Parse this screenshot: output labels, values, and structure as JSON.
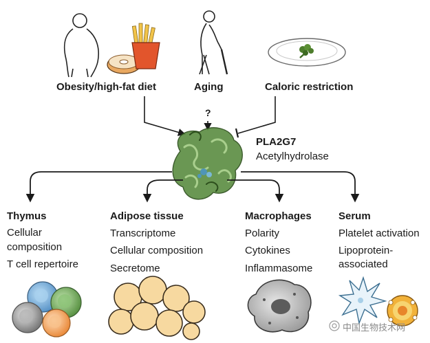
{
  "colors": {
    "arrow": "#1a1a1a",
    "protein_dark": "#3f6b2c",
    "protein_light": "#7aa55a",
    "ligand": "#4f95b8",
    "fat_cell_fill": "#f7d9a0",
    "fat_cell_stroke": "#3a2e1e",
    "donut": "#e9a860",
    "fries": "#f2c44a",
    "fries_box": "#e2552c",
    "broccoli": "#4d7d2c",
    "thymus_blue": "#6fa7d8",
    "thymus_green": "#6ea65a",
    "thymus_gray": "#8c8c8c",
    "thymus_orange": "#f2a25c"
  },
  "modulators": {
    "obesity": "Obesity/high-fat diet",
    "aging": "Aging",
    "aging_unknown": "?",
    "caloric": "Caloric restriction"
  },
  "protein": {
    "name": "PLA2G7",
    "description": "Acetylhydrolase"
  },
  "targets": {
    "thymus": {
      "title": "Thymus",
      "items": [
        "Cellular",
        "composition",
        "T cell repertoire"
      ]
    },
    "adipose": {
      "title": "Adipose tissue",
      "items": [
        "Transcriptome",
        "Cellular composition",
        "Secretome"
      ]
    },
    "macrophages": {
      "title": "Macrophages",
      "items": [
        "Polarity",
        "Cytokines",
        "Inflammasome"
      ]
    },
    "serum": {
      "title": "Serum",
      "items": [
        "Platelet activation",
        "Lipoprotein-",
        "associated"
      ]
    }
  },
  "watermark": "中国生物技术网",
  "icons": {
    "obese_person": "person-silhouette-icon",
    "donut": "donut-icon",
    "fries": "french-fries-icon",
    "elderly": "elderly-person-cane-icon",
    "plate": "plate-broccoli-icon",
    "protein": "protein-structure-icon",
    "thymus_cells": "thymus-cells-icon",
    "fat_cells": "fat-cells-icon",
    "macrophage": "macrophage-icon",
    "platelet": "platelet-icon",
    "lipoprotein": "lipoprotein-icon"
  }
}
